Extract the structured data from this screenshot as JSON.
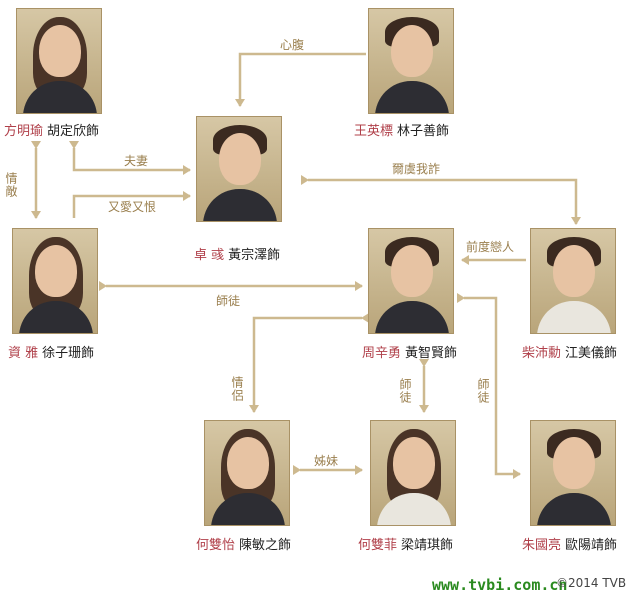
{
  "nodes": [
    {
      "id": "fang",
      "role": "方明瑜",
      "actor": "胡定欣飾"
    },
    {
      "id": "wang",
      "role": "王英標",
      "actor": "林子善飾"
    },
    {
      "id": "zhuo",
      "role": "卓  彧",
      "actor": "黃宗澤飾"
    },
    {
      "id": "zi",
      "role": "資  雅",
      "actor": "徐子珊飾"
    },
    {
      "id": "zhou",
      "role": "周辛勇",
      "actor": "黃智賢飾"
    },
    {
      "id": "chai",
      "role": "柴沛勳",
      "actor": "江美儀飾"
    },
    {
      "id": "heyi",
      "role": "何雙怡",
      "actor": "陳敏之飾"
    },
    {
      "id": "hefei",
      "role": "何雙菲",
      "actor": "梁靖琪飾"
    },
    {
      "id": "zhu",
      "role": "朱國亮",
      "actor": "歐陽靖飾"
    }
  ],
  "relations": {
    "xinfu": "心腹",
    "fuqi": "夫妻",
    "qingdi": "情敵",
    "youai": "又愛又恨",
    "erlu": "爾虞我詐",
    "qiandu": "前度戀人",
    "shitu_a": "師徒",
    "qinglv": "情侶",
    "shitu_b": "師徒",
    "shitu_c": "師徒",
    "meimei": "姊妹"
  },
  "colors": {
    "line": "#cdb98f",
    "role_text": "#b0404a",
    "relation_text": "#9a7f4e",
    "watermark": "#2a8a1f"
  },
  "watermark": {
    "site": "www.tvbi.com.cn",
    "copyright": "©2014 TVB"
  }
}
